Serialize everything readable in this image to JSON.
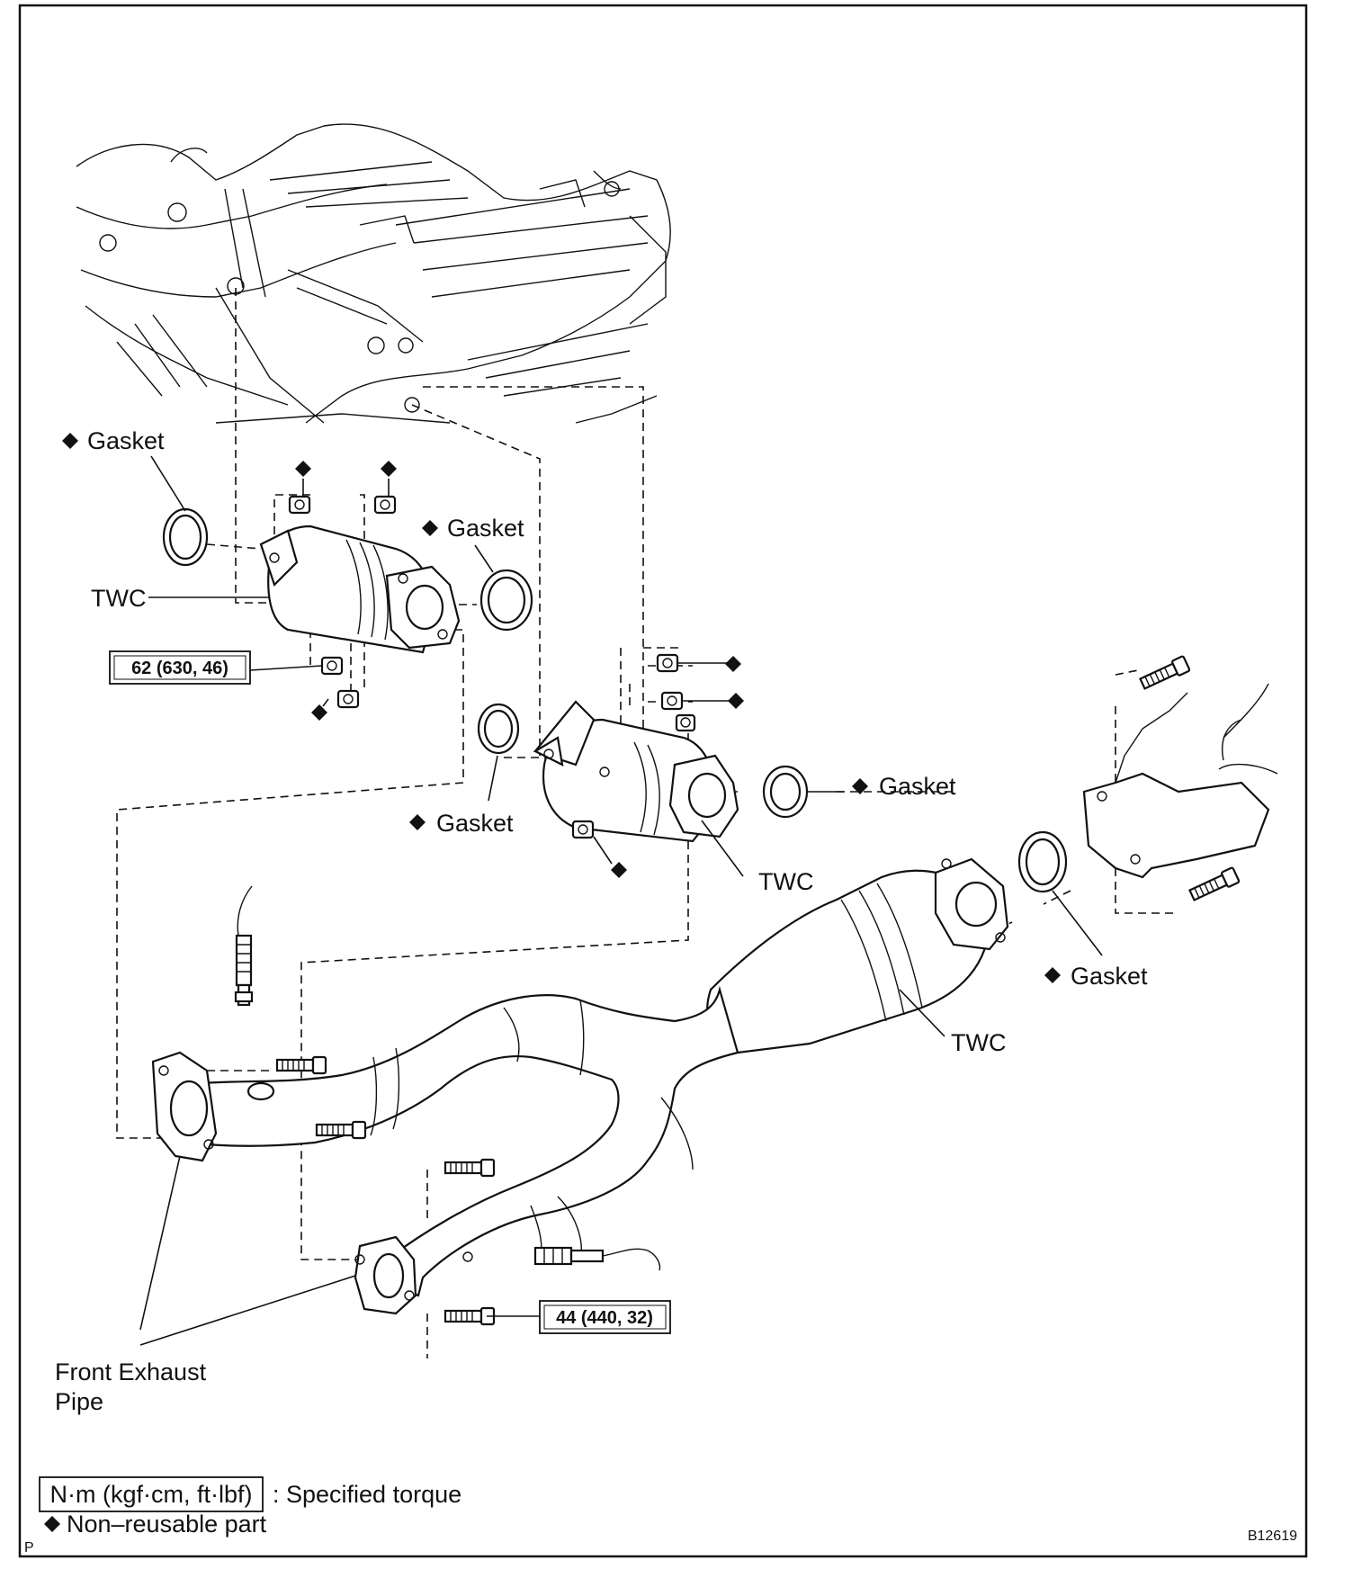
{
  "labels": {
    "gasket": "Gasket",
    "twc": "TWC",
    "front_exhaust_pipe_line1": "Front Exhaust",
    "front_exhaust_pipe_line2": "Pipe"
  },
  "torques": {
    "upper_twc": "62 (630, 46)",
    "front_pipe": "44 (440, 32)"
  },
  "legend": {
    "torque_unit": "N·m (kgf·cm, ft·lbf)",
    "torque_desc": ": Specified torque",
    "non_reusable": "Non–reusable part",
    "non_reusable_symbol": "diamond-icon"
  },
  "corner_mark": "P",
  "figure_id": "B12619"
}
